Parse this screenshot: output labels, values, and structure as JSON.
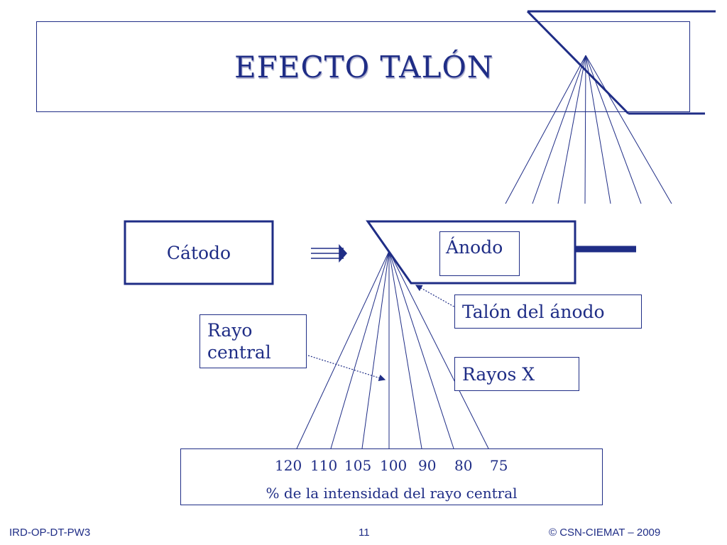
{
  "title": "EFECTO TALÓN",
  "labels": {
    "catodo": "Cátodo",
    "anodo": "Ánodo",
    "talon": "Talón del ánodo",
    "rayo_central": "Rayo central",
    "rayos_x": "Rayos X"
  },
  "intensity": {
    "values": [
      "120",
      "110",
      "105",
      "100",
      "90",
      "80",
      "75"
    ],
    "caption": "% de la intensidad del rayo central"
  },
  "footer": {
    "left": "IRD-OP-DT-PW3",
    "center": "11",
    "right": "© CSN-CIEMAT – 2009"
  },
  "colors": {
    "primary": "#1f2d86"
  }
}
